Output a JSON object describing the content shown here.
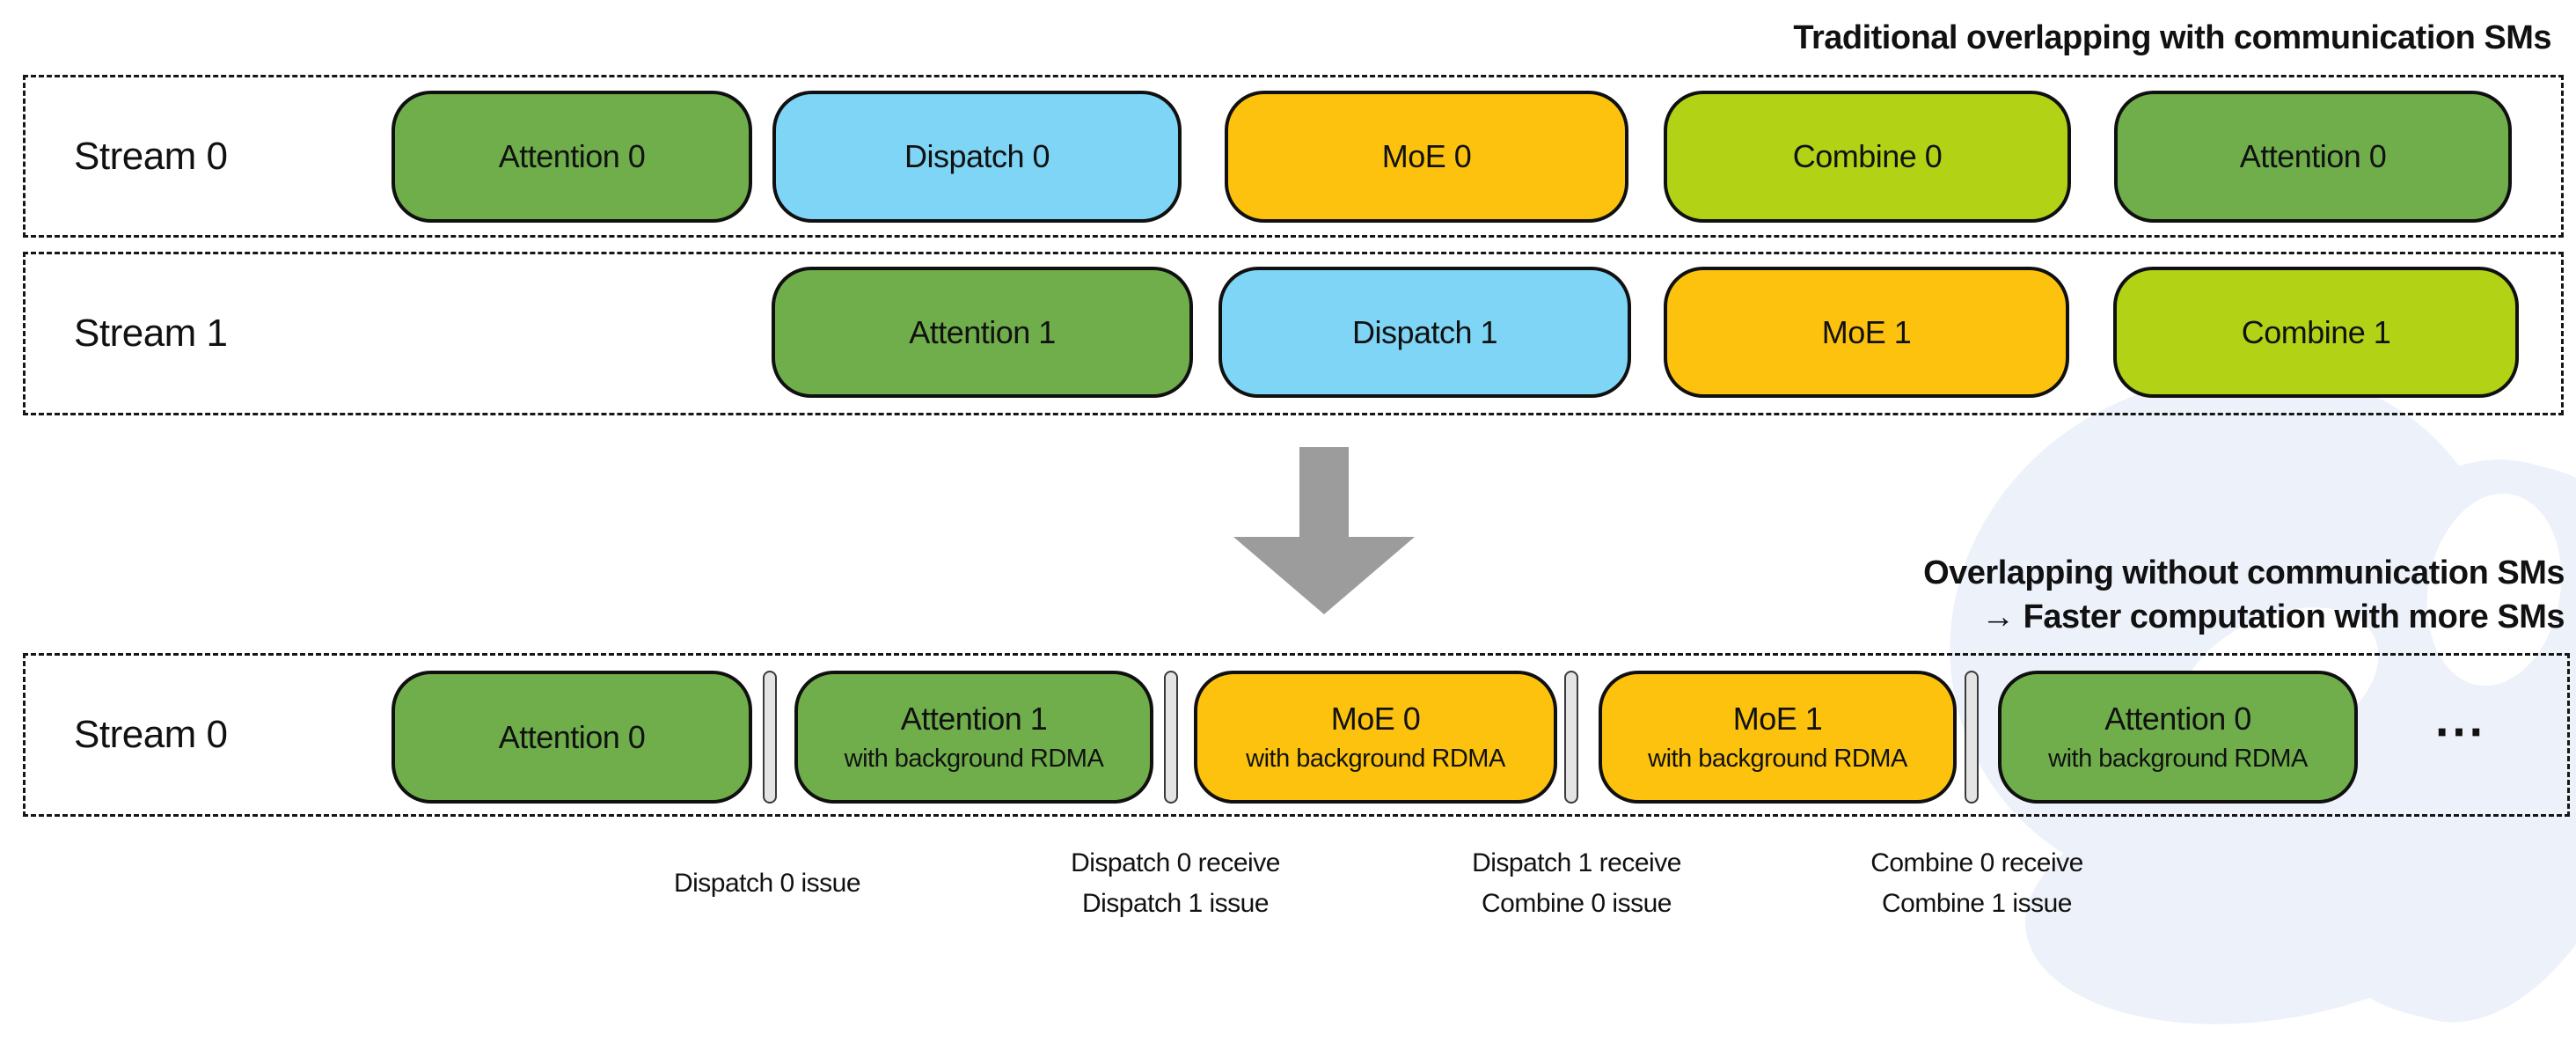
{
  "titles": {
    "top": "Traditional overlapping with communication SMs",
    "bottom_line1": "Overlapping without communication SMs",
    "bottom_line2": "→ Faster computation with more SMs"
  },
  "colors": {
    "attention": "#6fae4b",
    "dispatch": "#7ed5f5",
    "moe": "#fcc20d",
    "combine": "#b2d216",
    "divider": "#e4e4e4",
    "arrow": "#9c9c9c"
  },
  "traditional": {
    "stream0": {
      "label": "Stream 0",
      "boxes": [
        {
          "label": "Attention 0",
          "type": "attention"
        },
        {
          "label": "Dispatch 0",
          "type": "dispatch"
        },
        {
          "label": "MoE 0",
          "type": "moe"
        },
        {
          "label": "Combine 0",
          "type": "combine"
        },
        {
          "label": "Attention 0",
          "type": "attention"
        }
      ]
    },
    "stream1": {
      "label": "Stream 1",
      "boxes": [
        {
          "label": "Attention 1",
          "type": "attention"
        },
        {
          "label": "Dispatch 1",
          "type": "dispatch"
        },
        {
          "label": "MoE 1",
          "type": "moe"
        },
        {
          "label": "Combine 1",
          "type": "combine"
        }
      ]
    }
  },
  "optimized": {
    "stream0": {
      "label": "Stream 0",
      "boxes": [
        {
          "label": "Attention 0",
          "type": "attention",
          "sublabel": ""
        },
        {
          "label": "Attention 1",
          "type": "attention",
          "sublabel": "with background RDMA"
        },
        {
          "label": "MoE 0",
          "type": "moe",
          "sublabel": "with background RDMA"
        },
        {
          "label": "MoE 1",
          "type": "moe",
          "sublabel": "with background RDMA"
        },
        {
          "label": "Attention 0",
          "type": "attention",
          "sublabel": "with background RDMA"
        }
      ],
      "ellipsis": "⋯"
    },
    "annotations": [
      {
        "lines": [
          "Dispatch 0 issue"
        ]
      },
      {
        "lines": [
          "Dispatch 0 receive",
          "Dispatch 1 issue"
        ]
      },
      {
        "lines": [
          "Dispatch 1 receive",
          "Combine 0 issue"
        ]
      },
      {
        "lines": [
          "Combine 0 receive",
          "Combine 1 issue"
        ]
      }
    ]
  }
}
